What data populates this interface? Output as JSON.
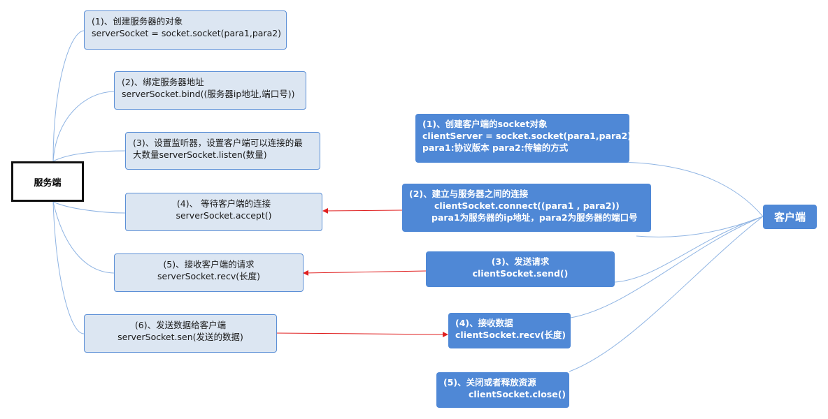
{
  "server": {
    "root_label": "服务端",
    "steps": [
      {
        "line1": "(1)、创建服务器的对象",
        "line2": "serverSocket = socket.socket(para1,para2)"
      },
      {
        "line1": "(2)、绑定服务器地址",
        "line2": "serverSocket.bind((服务器ip地址,端口号))"
      },
      {
        "line1": "(3)、设置监听器，设置客户端可以连接的最",
        "line2": "大数量serverSocket.listen(数量)"
      },
      {
        "line1": "(4)、    等待客户端的连接",
        "line2": "serverSocket.accept()"
      },
      {
        "line1": "(5)、接收客户端的请求",
        "line2": "serverSocket.recv(长度)"
      },
      {
        "line1": "(6)、发送数据给客户端",
        "line2": "serverSocket.sen(发送的数据)"
      }
    ]
  },
  "client": {
    "root_label": "客户端",
    "steps": [
      {
        "line1": "(1)、创建客户端的socket对象",
        "line2": "clientServer = socket.socket(para1,para2)",
        "line3": "para1:协议版本  para2:传输的方式"
      },
      {
        "line1": "(2)、建立与服务器之间的连接",
        "line2": "clientSocket.connect((para1 , para2))",
        "line3": "para1为服务器的ip地址，para2为服务器的端口号"
      },
      {
        "line1": "(3)、发送请求",
        "line2": "clientSocket.send()"
      },
      {
        "line1": "(4)、接收数据",
        "line2": "clientSocket.recv(长度)"
      },
      {
        "line1": "(5)、关闭或者释放资源",
        "line2": "clientSocket.close()"
      }
    ]
  },
  "colors": {
    "server_fill": "#dce6f2",
    "server_border": "#5b8fd6",
    "client_fill": "#4f88d6",
    "connector": "#8fb4e3",
    "arrow": "#e02020"
  }
}
